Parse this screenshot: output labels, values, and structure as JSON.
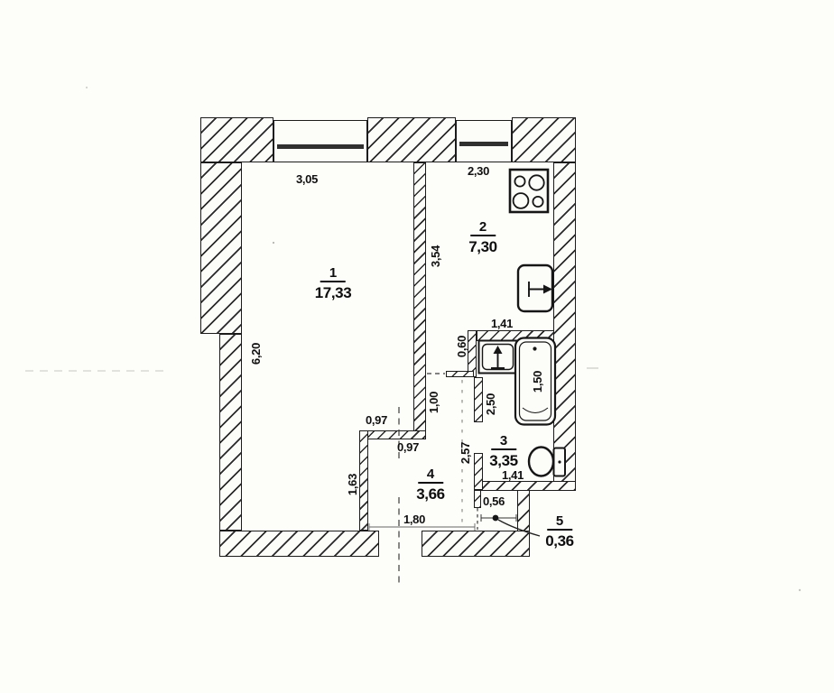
{
  "document": {
    "type": "apartment floor plan (scanned technical drawing)",
    "colors": {
      "paper": "#fdfdfa",
      "ink": "#1c1c1c",
      "dash_gray": "#555555"
    }
  },
  "rooms": {
    "r1": {
      "number": "1",
      "area": "17,33"
    },
    "r2": {
      "number": "2",
      "area": "7,30"
    },
    "r3": {
      "number": "3",
      "area": "3,35"
    },
    "r4": {
      "number": "4",
      "area": "3,66"
    },
    "r5": {
      "number": "5",
      "area": "0,36"
    }
  },
  "dimensions": {
    "room1_width_top": "3,05",
    "kitchen_width_top": "2,30",
    "kitchen_height": "3,54",
    "room1_height": "6,20",
    "bath_width_top": "1,41",
    "basin_niche_depth": "0,60",
    "corridor_length": "1,00",
    "jog_wall_top": "0,97",
    "jog_wall_bottom": "0,97",
    "bath_inner_height": "2,50",
    "hall_right_height": "2,57",
    "bathtub_length": "1,50",
    "hall_left_height": "1,63",
    "bath_width_bottom": "1,41",
    "niche_width": "0,56",
    "hall_width_bottom": "1,80"
  },
  "fixtures": {
    "stove": "4-burner stove (kitchen)",
    "kitchen_sink": "kitchen sink with tap arrow",
    "washbasin": "bathroom washbasin with tap arrow",
    "bathtub": "bathtub",
    "toilet": "toilet with tank"
  }
}
